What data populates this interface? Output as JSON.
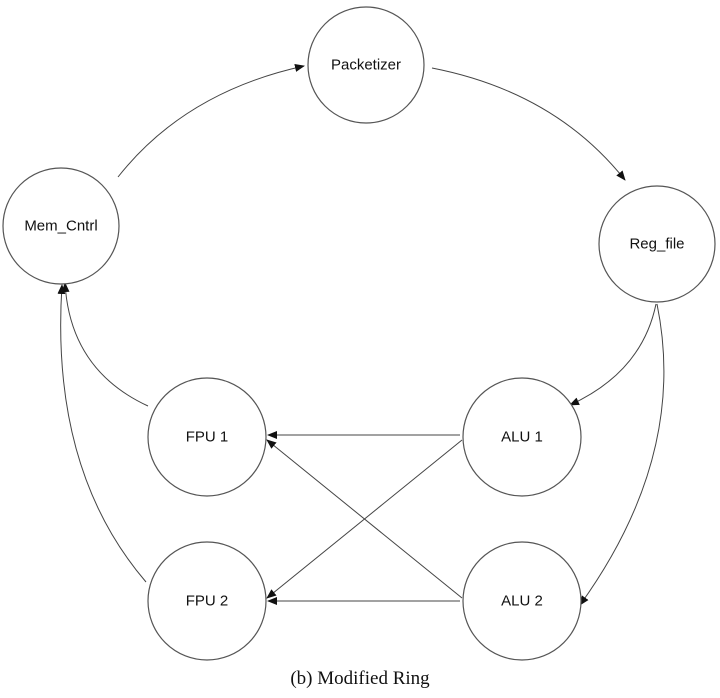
{
  "nodes": [
    {
      "id": "packetizer",
      "label": "Packetizer"
    },
    {
      "id": "mem_cntrl",
      "label": "Mem_Cntrl"
    },
    {
      "id": "reg_file",
      "label": "Reg_file"
    },
    {
      "id": "fpu1",
      "label": "FPU 1"
    },
    {
      "id": "alu1",
      "label": "ALU 1"
    },
    {
      "id": "fpu2",
      "label": "FPU 2"
    },
    {
      "id": "alu2",
      "label": "ALU 2"
    }
  ],
  "edges": [
    {
      "from": "mem_cntrl",
      "to": "packetizer"
    },
    {
      "from": "packetizer",
      "to": "reg_file"
    },
    {
      "from": "reg_file",
      "to": "alu1"
    },
    {
      "from": "reg_file",
      "to": "alu2"
    },
    {
      "from": "alu1",
      "to": "fpu1"
    },
    {
      "from": "alu1",
      "to": "fpu2"
    },
    {
      "from": "alu2",
      "to": "fpu1"
    },
    {
      "from": "alu2",
      "to": "fpu2"
    },
    {
      "from": "fpu1",
      "to": "mem_cntrl"
    },
    {
      "from": "fpu2",
      "to": "mem_cntrl"
    }
  ],
  "caption": "(b) Modified Ring"
}
